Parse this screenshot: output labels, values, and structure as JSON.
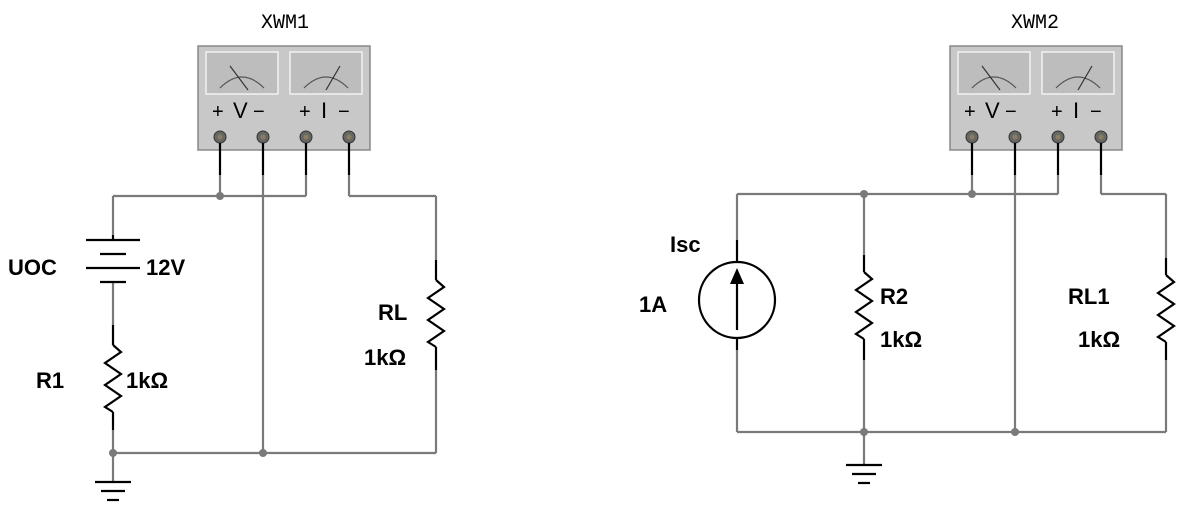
{
  "wattmeters": [
    {
      "name": "XWM1",
      "voltage_symbol": "V",
      "current_symbol": "I",
      "plus": "+",
      "minus": "−"
    },
    {
      "name": "XWM2",
      "voltage_symbol": "V",
      "current_symbol": "I",
      "plus": "+",
      "minus": "−"
    }
  ],
  "components": {
    "uoc": {
      "name": "UOC",
      "value": "12V"
    },
    "r1": {
      "name": "R1",
      "value": "1kΩ"
    },
    "rl": {
      "name": "RL",
      "value": "1kΩ"
    },
    "isc": {
      "name": "Isc",
      "value": "1A"
    },
    "r2": {
      "name": "R2",
      "value": "1kΩ"
    },
    "rl1": {
      "name": "RL1",
      "value": "1kΩ"
    }
  },
  "colors": {
    "wire": "#7a7a7a",
    "component": "#000000",
    "meter_body": "#c8c8c8",
    "meter_window": "#bdbdbd"
  }
}
